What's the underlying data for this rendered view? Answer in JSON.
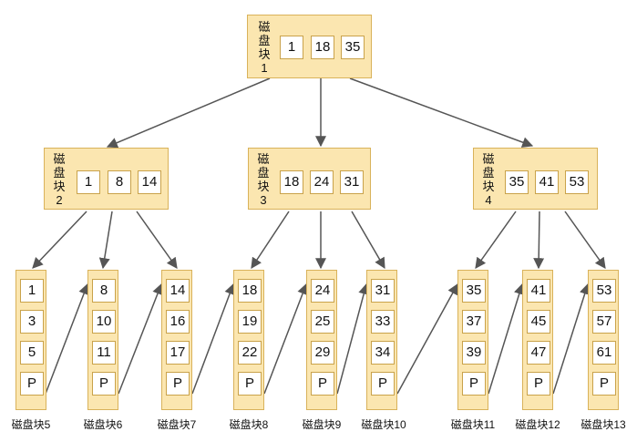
{
  "root": {
    "label": "磁\n盘\n块\n1",
    "keys": [
      "1",
      "18",
      "35"
    ]
  },
  "internal": [
    {
      "label": "磁\n盘\n块\n2",
      "keys": [
        "1",
        "8",
        "14"
      ]
    },
    {
      "label": "磁\n盘\n块\n3",
      "keys": [
        "18",
        "24",
        "31"
      ]
    },
    {
      "label": "磁\n盘\n块\n4",
      "keys": [
        "35",
        "41",
        "53"
      ]
    }
  ],
  "leaves": [
    {
      "label": "磁盘块5",
      "keys": [
        "1",
        "3",
        "5",
        "P"
      ]
    },
    {
      "label": "磁盘块6",
      "keys": [
        "8",
        "10",
        "11",
        "P"
      ]
    },
    {
      "label": "磁盘块7",
      "keys": [
        "14",
        "16",
        "17",
        "P"
      ]
    },
    {
      "label": "磁盘块8",
      "keys": [
        "18",
        "19",
        "22",
        "P"
      ]
    },
    {
      "label": "磁盘块9",
      "keys": [
        "24",
        "25",
        "29",
        "P"
      ]
    },
    {
      "label": "磁盘块10",
      "keys": [
        "31",
        "33",
        "34",
        "P"
      ]
    },
    {
      "label": "磁盘块11",
      "keys": [
        "35",
        "37",
        "39",
        "P"
      ]
    },
    {
      "label": "磁盘块12",
      "keys": [
        "41",
        "45",
        "47",
        "P"
      ]
    },
    {
      "label": "磁盘块13",
      "keys": [
        "53",
        "57",
        "61",
        "P"
      ]
    }
  ],
  "colors": {
    "node_fill": "#fbe6b0",
    "node_border": "#d9b25a",
    "arrow": "#555555"
  }
}
